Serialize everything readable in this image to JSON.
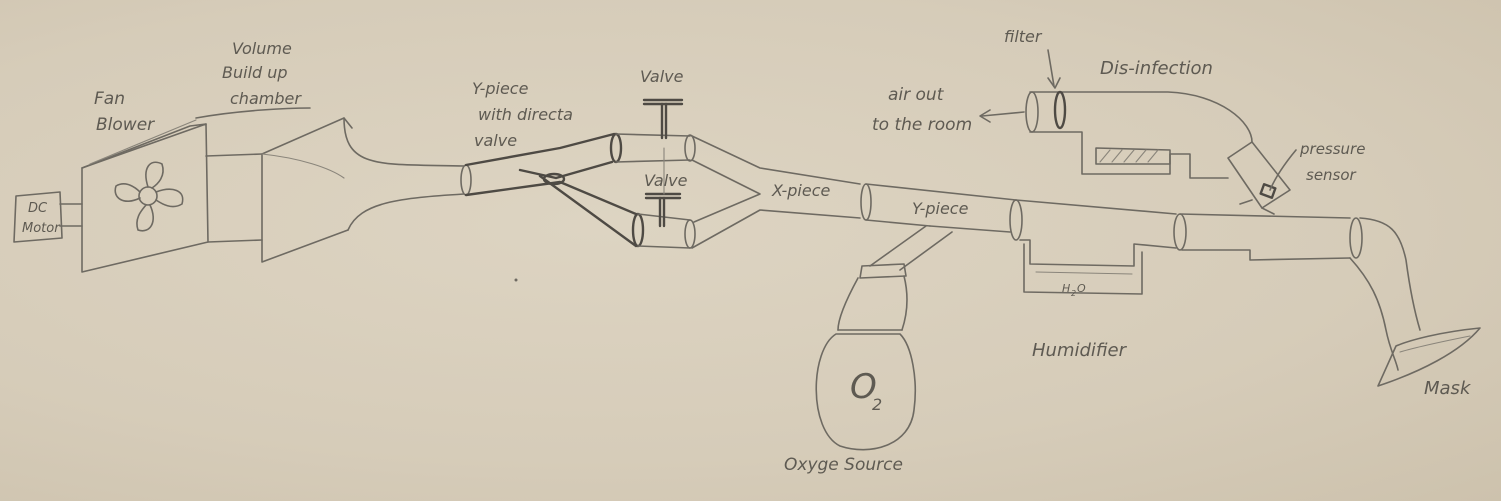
{
  "labels": {
    "dc_motor": [
      "DC",
      "Motor"
    ],
    "fan_blower": [
      "Fan",
      "Blower"
    ],
    "volume_chamber": [
      "Volume",
      "Build up",
      "chamber"
    ],
    "y_piece_valve": [
      "Y-piece",
      "with directa",
      "valve"
    ],
    "valve_top": "Valve",
    "valve_bottom": "Valve",
    "x_piece": "X-piece",
    "y_piece": "Y-piece",
    "o2": "O",
    "o2_sub": "2",
    "oxygen_source": "Oxyge Source",
    "air_out": [
      "air out",
      "to the room"
    ],
    "filter": "filter",
    "disinfection": "Dis-infection",
    "pressure_sensor": [
      "pressure",
      "sensor"
    ],
    "h2o": "H",
    "h2o_sub": "2",
    "h2o_end": "O",
    "humidifier": "Humidifier",
    "mask": "Mask"
  }
}
